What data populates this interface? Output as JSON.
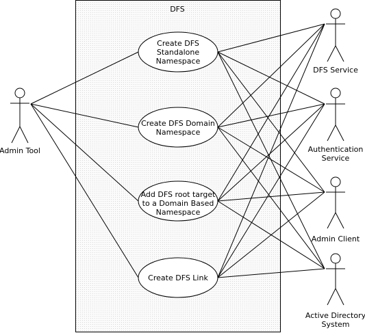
{
  "system": {
    "title": "DFS"
  },
  "use_cases": [
    {
      "id": "uc1",
      "lines": [
        "Create DFS",
        "Standalone",
        "Namespace"
      ]
    },
    {
      "id": "uc2",
      "lines": [
        "Create DFS Domain",
        "Namespace"
      ]
    },
    {
      "id": "uc3",
      "lines": [
        "Add DFS root target",
        "to a Domain Based",
        "Namespace"
      ]
    },
    {
      "id": "uc4",
      "lines": [
        "Create DFS Link"
      ]
    }
  ],
  "actors": [
    {
      "id": "admin",
      "lines": [
        "Admin Tool"
      ]
    },
    {
      "id": "dfssvc",
      "lines": [
        "DFS Service"
      ]
    },
    {
      "id": "auth",
      "lines": [
        "Authentication",
        "Service"
      ]
    },
    {
      "id": "client",
      "lines": [
        "Admin Client"
      ]
    },
    {
      "id": "ad",
      "lines": [
        "Active Directory",
        "System"
      ]
    }
  ],
  "associations": [
    [
      "admin",
      "uc1"
    ],
    [
      "admin",
      "uc2"
    ],
    [
      "admin",
      "uc3"
    ],
    [
      "admin",
      "uc4"
    ],
    [
      "uc1",
      "dfssvc"
    ],
    [
      "uc1",
      "auth"
    ],
    [
      "uc1",
      "client"
    ],
    [
      "uc1",
      "ad"
    ],
    [
      "uc2",
      "dfssvc"
    ],
    [
      "uc2",
      "auth"
    ],
    [
      "uc2",
      "client"
    ],
    [
      "uc2",
      "ad"
    ],
    [
      "uc3",
      "dfssvc"
    ],
    [
      "uc3",
      "auth"
    ],
    [
      "uc3",
      "client"
    ],
    [
      "uc3",
      "ad"
    ],
    [
      "uc4",
      "dfssvc"
    ],
    [
      "uc4",
      "auth"
    ],
    [
      "uc4",
      "client"
    ],
    [
      "uc4",
      "ad"
    ]
  ]
}
